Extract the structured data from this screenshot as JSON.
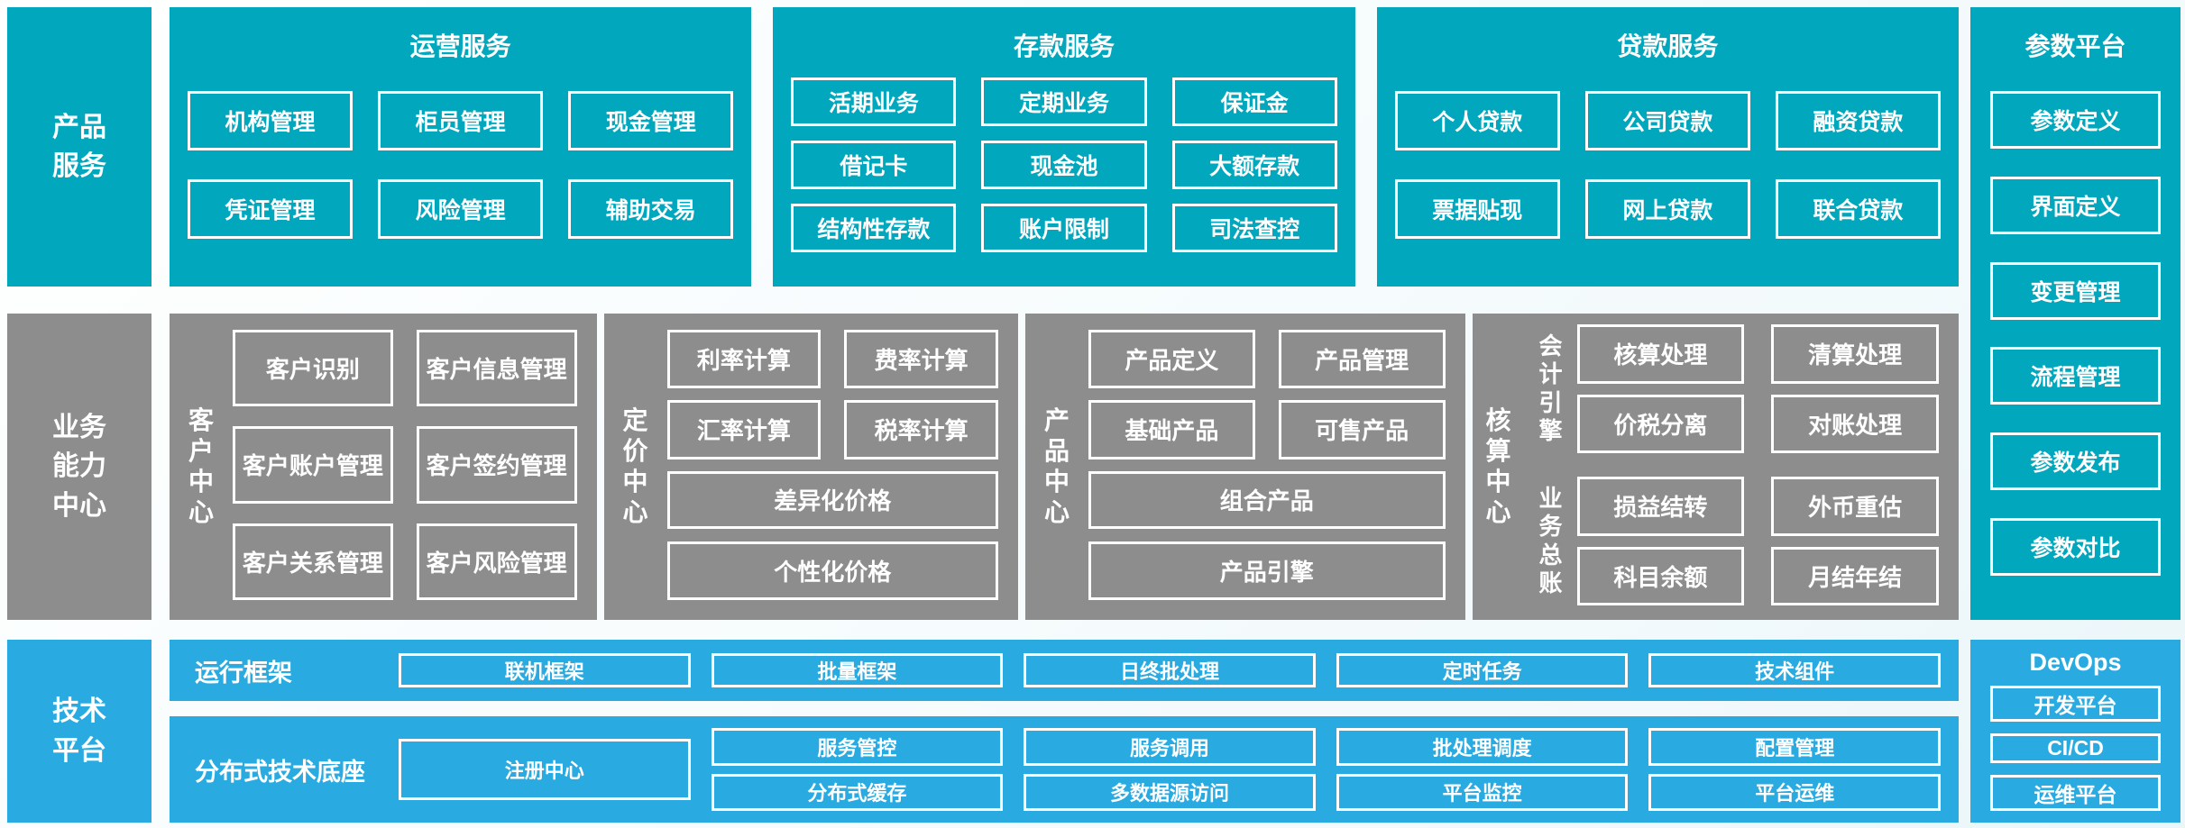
{
  "palette": {
    "teal": "#00a7bd",
    "gray": "#8d8d8d",
    "blue": "#29abe2",
    "box_border": "#ffffff"
  },
  "sidebars": {
    "product": "产品\n服务",
    "business": "业务\n能力\n中心",
    "tech": "技术\n平台"
  },
  "top_sections": [
    {
      "title": "运营服务",
      "boxes": [
        "机构管理",
        "柜员管理",
        "现金管理",
        "凭证管理",
        "风险管理",
        "辅助交易"
      ]
    },
    {
      "title": "存款服务",
      "boxes": [
        "活期业务",
        "定期业务",
        "保证金",
        "借记卡",
        "现金池",
        "大额存款",
        "结构性存款",
        "账户限制",
        "司法查控"
      ]
    },
    {
      "title": "贷款服务",
      "boxes": [
        "个人贷款",
        "公司贷款",
        "融资贷款",
        "票据贴现",
        "网上贷款",
        "联合贷款"
      ]
    }
  ],
  "param_platform": {
    "title": "参数平台",
    "boxes": [
      "参数定义",
      "界面定义",
      "变更管理",
      "流程管理",
      "参数发布",
      "参数对比"
    ]
  },
  "mid_sections": {
    "customer": {
      "label": "客\n户\n中\n心",
      "boxes": [
        "客户识别",
        "客户信息管理",
        "客户账户管理",
        "客户签约管理",
        "客户关系管理",
        "客户风险管理"
      ]
    },
    "pricing": {
      "label": "定\n价\n中\n心",
      "pair_boxes": [
        "利率计算",
        "费率计算",
        "汇率计算",
        "税率计算"
      ],
      "full_boxes": [
        "差异化价格",
        "个性化价格"
      ]
    },
    "product": {
      "label": "产\n品\n中\n心",
      "pair_boxes": [
        "产品定义",
        "产品管理",
        "基础产品",
        "可售产品"
      ],
      "full_boxes": [
        "组合产品",
        "产品引擎"
      ]
    },
    "accounting": {
      "label": "核\n算\n中\n心",
      "groups": [
        {
          "label": "会\n计\n引\n擎",
          "boxes": [
            "核算处理",
            "清算处理",
            "价税分离",
            "对账处理"
          ]
        },
        {
          "label": "业\n务\n总\n账",
          "boxes": [
            "损益结转",
            "外币重估",
            "科目余额",
            "月结年结"
          ]
        }
      ]
    }
  },
  "tech_rows": {
    "runtime": {
      "label": "运行框架",
      "boxes": [
        "联机框架",
        "批量框架",
        "日终批处理",
        "定时任务",
        "技术组件"
      ]
    },
    "distributed": {
      "label": "分布式技术底座",
      "registry": "注册中心",
      "boxes": [
        "服务管控",
        "服务调用",
        "批处理调度",
        "配置管理",
        "分布式缓存",
        "多数据源访问",
        "平台监控",
        "平台运维"
      ]
    }
  },
  "devops": {
    "title": "DevOps",
    "boxes": [
      "开发平台",
      "CI/CD",
      "运维平台"
    ]
  }
}
